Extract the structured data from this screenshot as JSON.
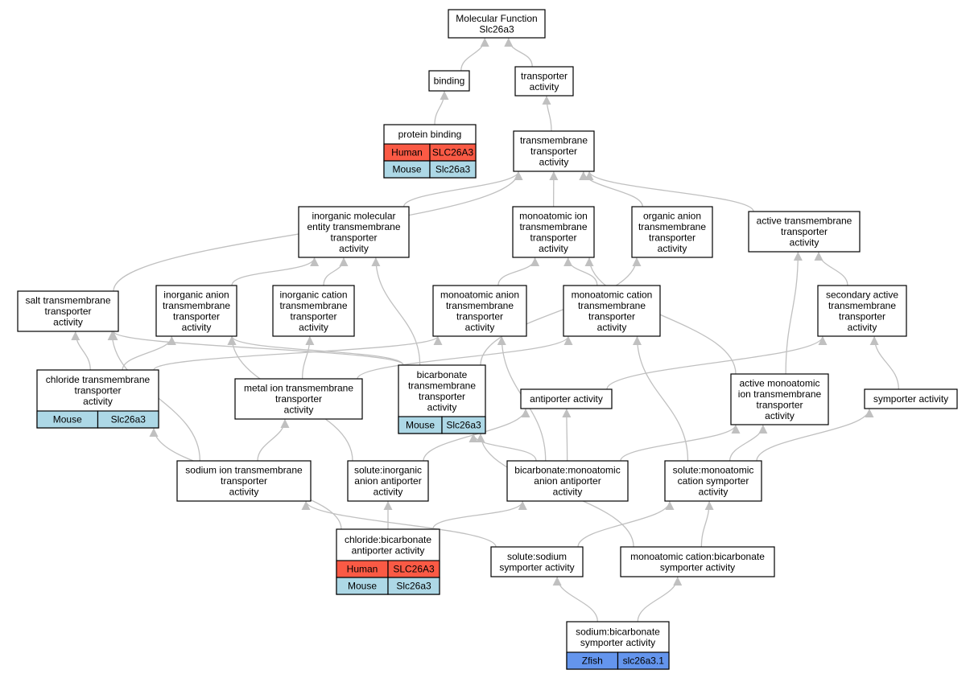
{
  "colors": {
    "human": "#fa5a45",
    "mouse": "#add8e6",
    "zfish": "#6495ed",
    "edge": "#c0c0c0"
  },
  "nodes": [
    {
      "id": "molecular_function",
      "lines": [
        "Molecular Function",
        "Slc26a3"
      ],
      "annotations": []
    },
    {
      "id": "binding",
      "lines": [
        "binding"
      ],
      "annotations": []
    },
    {
      "id": "transporter_activity",
      "lines": [
        "transporter",
        "activity"
      ],
      "annotations": []
    },
    {
      "id": "protein_binding",
      "lines": [
        "protein binding"
      ],
      "annotations": [
        {
          "species": "Human",
          "gene": "SLC26A3"
        },
        {
          "species": "Mouse",
          "gene": "Slc26a3"
        }
      ]
    },
    {
      "id": "transmembrane_transporter_activity",
      "lines": [
        "transmembrane",
        "transporter",
        "activity"
      ],
      "annotations": []
    },
    {
      "id": "inorganic_molecular_entity",
      "lines": [
        "inorganic molecular",
        "entity transmembrane",
        "transporter",
        "activity"
      ],
      "annotations": []
    },
    {
      "id": "monoatomic_ion",
      "lines": [
        "monoatomic ion",
        "transmembrane",
        "transporter",
        "activity"
      ],
      "annotations": []
    },
    {
      "id": "organic_anion",
      "lines": [
        "organic anion",
        "transmembrane",
        "transporter",
        "activity"
      ],
      "annotations": []
    },
    {
      "id": "active_transmembrane",
      "lines": [
        "active transmembrane",
        "transporter",
        "activity"
      ],
      "annotations": []
    },
    {
      "id": "salt_transmembrane",
      "lines": [
        "salt transmembrane",
        "transporter",
        "activity"
      ],
      "annotations": []
    },
    {
      "id": "inorganic_anion",
      "lines": [
        "inorganic anion",
        "transmembrane",
        "transporter",
        "activity"
      ],
      "annotations": []
    },
    {
      "id": "inorganic_cation",
      "lines": [
        "inorganic cation",
        "transmembrane",
        "transporter",
        "activity"
      ],
      "annotations": []
    },
    {
      "id": "monoatomic_anion",
      "lines": [
        "monoatomic anion",
        "transmembrane",
        "transporter",
        "activity"
      ],
      "annotations": []
    },
    {
      "id": "monoatomic_cation",
      "lines": [
        "monoatomic cation",
        "transmembrane",
        "transporter",
        "activity"
      ],
      "annotations": []
    },
    {
      "id": "secondary_active",
      "lines": [
        "secondary active",
        "transmembrane",
        "transporter",
        "activity"
      ],
      "annotations": []
    },
    {
      "id": "chloride_transmembrane",
      "lines": [
        "chloride transmembrane",
        "transporter",
        "activity"
      ],
      "annotations": [
        {
          "species": "Mouse",
          "gene": "Slc26a3"
        }
      ]
    },
    {
      "id": "metal_ion",
      "lines": [
        "metal ion transmembrane",
        "transporter",
        "activity"
      ],
      "annotations": []
    },
    {
      "id": "bicarbonate_transmembrane",
      "lines": [
        "bicarbonate",
        "transmembrane",
        "transporter",
        "activity"
      ],
      "annotations": [
        {
          "species": "Mouse",
          "gene": "Slc26a3"
        }
      ]
    },
    {
      "id": "antiporter_activity",
      "lines": [
        "antiporter activity"
      ],
      "annotations": []
    },
    {
      "id": "active_monoatomic_ion",
      "lines": [
        "active monoatomic",
        "ion transmembrane",
        "transporter",
        "activity"
      ],
      "annotations": []
    },
    {
      "id": "symporter_activity",
      "lines": [
        "symporter activity"
      ],
      "annotations": []
    },
    {
      "id": "sodium_ion",
      "lines": [
        "sodium ion transmembrane",
        "transporter",
        "activity"
      ],
      "annotations": []
    },
    {
      "id": "solute_inorganic_anion_antiporter",
      "lines": [
        "solute:inorganic",
        "anion antiporter",
        "activity"
      ],
      "annotations": []
    },
    {
      "id": "bicarbonate_monoatomic_anion_antiporter",
      "lines": [
        "bicarbonate:monoatomic",
        "anion antiporter",
        "activity"
      ],
      "annotations": []
    },
    {
      "id": "solute_monoatomic_cation_symporter",
      "lines": [
        "solute:monoatomic",
        "cation symporter",
        "activity"
      ],
      "annotations": []
    },
    {
      "id": "chloride_bicarbonate_antiporter",
      "lines": [
        "chloride:bicarbonate",
        "antiporter activity"
      ],
      "annotations": [
        {
          "species": "Human",
          "gene": "SLC26A3"
        },
        {
          "species": "Mouse",
          "gene": "Slc26a3"
        }
      ]
    },
    {
      "id": "solute_sodium_symporter",
      "lines": [
        "solute:sodium",
        "symporter activity"
      ],
      "annotations": []
    },
    {
      "id": "monoatomic_cation_bicarbonate_symporter",
      "lines": [
        "monoatomic cation:bicarbonate",
        "symporter activity"
      ],
      "annotations": []
    },
    {
      "id": "sodium_bicarbonate_symporter",
      "lines": [
        "sodium:bicarbonate",
        "symporter activity"
      ],
      "annotations": [
        {
          "species": "Zfish",
          "gene": "slc26a3.1"
        }
      ]
    }
  ],
  "edges": [
    [
      "binding",
      "molecular_function"
    ],
    [
      "transporter_activity",
      "molecular_function"
    ],
    [
      "protein_binding",
      "binding"
    ],
    [
      "transmembrane_transporter_activity",
      "transporter_activity"
    ],
    [
      "inorganic_molecular_entity",
      "transmembrane_transporter_activity"
    ],
    [
      "monoatomic_ion",
      "transmembrane_transporter_activity"
    ],
    [
      "organic_anion",
      "transmembrane_transporter_activity"
    ],
    [
      "active_transmembrane",
      "transmembrane_transporter_activity"
    ],
    [
      "salt_transmembrane",
      "transmembrane_transporter_activity"
    ],
    [
      "inorganic_anion",
      "inorganic_molecular_entity"
    ],
    [
      "inorganic_cation",
      "inorganic_molecular_entity"
    ],
    [
      "bicarbonate_transmembrane",
      "inorganic_molecular_entity"
    ],
    [
      "monoatomic_anion",
      "monoatomic_ion"
    ],
    [
      "monoatomic_cation",
      "monoatomic_ion"
    ],
    [
      "active_monoatomic_ion",
      "monoatomic_ion"
    ],
    [
      "bicarbonate_transmembrane",
      "organic_anion"
    ],
    [
      "secondary_active",
      "active_transmembrane"
    ],
    [
      "active_monoatomic_ion",
      "active_transmembrane"
    ],
    [
      "chloride_transmembrane",
      "salt_transmembrane"
    ],
    [
      "chloride_transmembrane",
      "inorganic_anion"
    ],
    [
      "chloride_transmembrane",
      "monoatomic_anion"
    ],
    [
      "metal_ion",
      "inorganic_cation"
    ],
    [
      "metal_ion",
      "monoatomic_cation"
    ],
    [
      "bicarbonate_transmembrane",
      "inorganic_anion"
    ],
    [
      "bicarbonate_transmembrane",
      "salt_transmembrane"
    ],
    [
      "antiporter_activity",
      "secondary_active"
    ],
    [
      "symporter_activity",
      "secondary_active"
    ],
    [
      "sodium_ion",
      "metal_ion"
    ],
    [
      "sodium_ion",
      "salt_transmembrane"
    ],
    [
      "solute_inorganic_anion_antiporter",
      "inorganic_anion"
    ],
    [
      "solute_inorganic_anion_antiporter",
      "antiporter_activity"
    ],
    [
      "bicarbonate_monoatomic_anion_antiporter",
      "antiporter_activity"
    ],
    [
      "bicarbonate_monoatomic_anion_antiporter",
      "monoatomic_anion"
    ],
    [
      "bicarbonate_monoatomic_anion_antiporter",
      "active_monoatomic_ion"
    ],
    [
      "bicarbonate_monoatomic_anion_antiporter",
      "bicarbonate_transmembrane"
    ],
    [
      "solute_monoatomic_cation_symporter",
      "symporter_activity"
    ],
    [
      "solute_monoatomic_cation_symporter",
      "active_monoatomic_ion"
    ],
    [
      "solute_monoatomic_cation_symporter",
      "monoatomic_cation"
    ],
    [
      "chloride_bicarbonate_antiporter",
      "solute_inorganic_anion_antiporter"
    ],
    [
      "chloride_bicarbonate_antiporter",
      "bicarbonate_monoatomic_anion_antiporter"
    ],
    [
      "chloride_bicarbonate_antiporter",
      "chloride_transmembrane"
    ],
    [
      "solute_sodium_symporter",
      "solute_monoatomic_cation_symporter"
    ],
    [
      "solute_sodium_symporter",
      "sodium_ion"
    ],
    [
      "monoatomic_cation_bicarbonate_symporter",
      "solute_monoatomic_cation_symporter"
    ],
    [
      "monoatomic_cation_bicarbonate_symporter",
      "bicarbonate_transmembrane"
    ],
    [
      "sodium_bicarbonate_symporter",
      "solute_sodium_symporter"
    ],
    [
      "sodium_bicarbonate_symporter",
      "monoatomic_cation_bicarbonate_symporter"
    ]
  ]
}
